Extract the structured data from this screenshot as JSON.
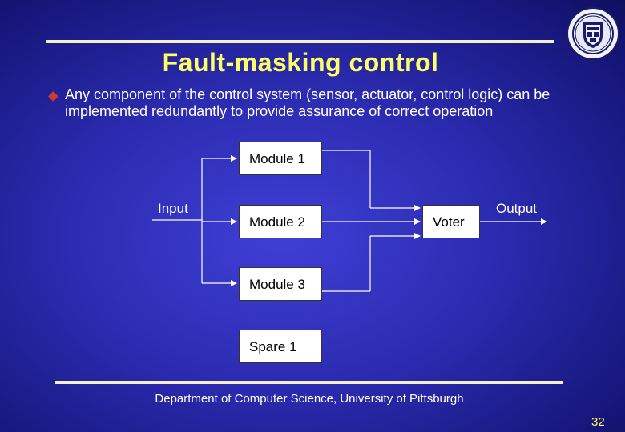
{
  "title": "Fault-masking control",
  "bullet": "Any component of the control system (sensor, actuator, control logic) can be implemented redundantly to provide assurance of correct operation",
  "diagram": {
    "input_label": "Input",
    "output_label": "Output",
    "modules": [
      "Module 1",
      "Module 2",
      "Module 3"
    ],
    "spare": "Spare 1",
    "voter": "Voter"
  },
  "footer": "Department of Computer Science, University of Pittsburgh",
  "page_number": "32",
  "colors": {
    "background": "#2b2bb0",
    "title": "#ffff66",
    "rule": "#f4f0c8",
    "bullet": "#d43a2a",
    "seal": "#1a1a6e"
  },
  "icons": {
    "seal": "university-seal-icon"
  }
}
